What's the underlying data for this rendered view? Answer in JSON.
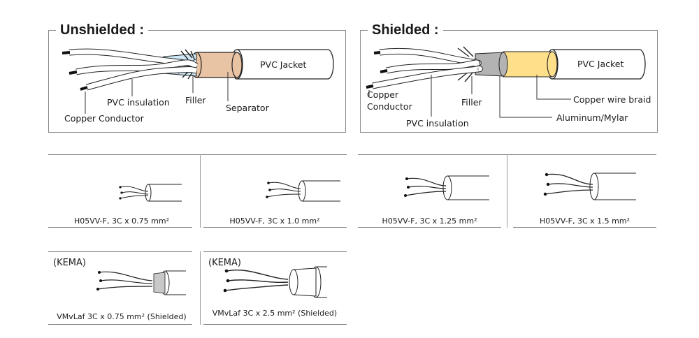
{
  "unshielded": {
    "title": "Unshielded :",
    "labels": {
      "pvc_jacket": "PVC Jacket",
      "pvc_insulation": "PVC insulation",
      "filler": "Filler",
      "separator": "Separator",
      "copper_conductor": "Copper Conductor"
    },
    "colors": {
      "filler": "#cfe9f7",
      "separator": "#e8c3a4",
      "jacket": "#ffffff"
    }
  },
  "shielded": {
    "title": "Shielded :",
    "labels": {
      "pvc_jacket": "PVC Jacket",
      "copper_conductor_line1": "Copper",
      "copper_conductor_line2": "Conductor",
      "filler": "Filler",
      "copper_wire_braid": "Copper wire braid",
      "pvc_insulation": "PVC insulation",
      "aluminum_mylar": "Aluminum/Mylar"
    },
    "colors": {
      "aluminum": "#b3b3b3",
      "braid": "#ffe08a",
      "jacket": "#ffffff"
    }
  },
  "row1": [
    {
      "caption": "H05VV-F, 3C x 0.75 mm²"
    },
    {
      "caption": "H05VV-F, 3C x 1.0 mm²"
    },
    {
      "caption": "H05VV-F, 3C x 1.25 mm²"
    },
    {
      "caption": "H05VV-F, 3C x 1.5 mm²"
    }
  ],
  "row2": [
    {
      "tag": "(KEMA)",
      "caption": "VMvLaf 3C x 0.75 mm² (Shielded)"
    },
    {
      "tag": "(KEMA)",
      "caption": "VMvLaf 3C x 2.5 mm² (Shielded)"
    }
  ]
}
